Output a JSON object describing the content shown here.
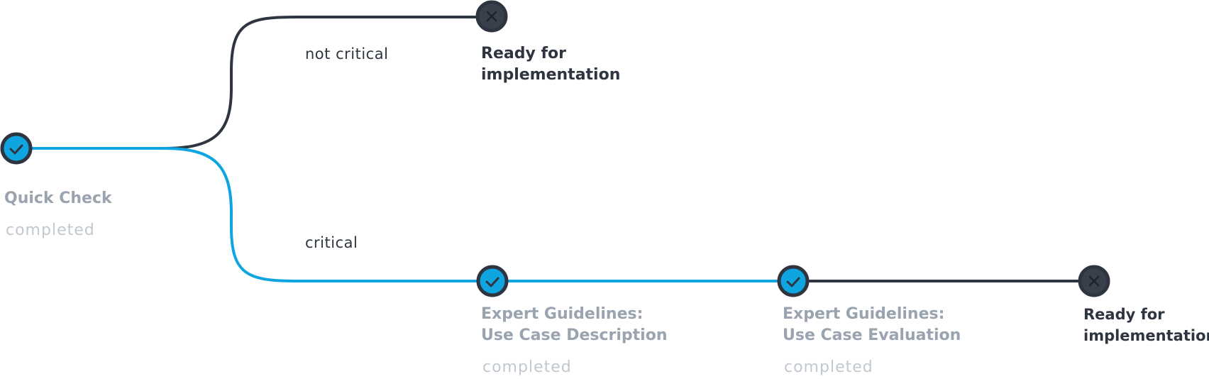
{
  "colors": {
    "active": "#0ea5e0",
    "inactive": "#2f3540",
    "node_ring": "#2f3540",
    "muted_text": "#9aa3b0",
    "status_text": "#c2c8d0"
  },
  "branches": {
    "upper_label": "not critical",
    "lower_label": "critical"
  },
  "nodes": {
    "quick_check": {
      "title": "Quick Check",
      "status": "completed",
      "state": "done",
      "icon": "check-icon"
    },
    "ready_upper": {
      "title": "Ready for\nimplementation",
      "state": "open",
      "icon": "close-icon"
    },
    "use_case_description": {
      "title": "Expert Guidelines:\nUse Case Description",
      "status": "completed",
      "state": "done",
      "icon": "check-icon"
    },
    "use_case_evaluation": {
      "title": "Expert Guidelines:\nUse Case Evaluation",
      "status": "completed",
      "state": "done",
      "icon": "check-icon"
    },
    "ready_lower": {
      "title": "Ready for\nimplementation",
      "state": "open",
      "icon": "close-icon"
    }
  }
}
